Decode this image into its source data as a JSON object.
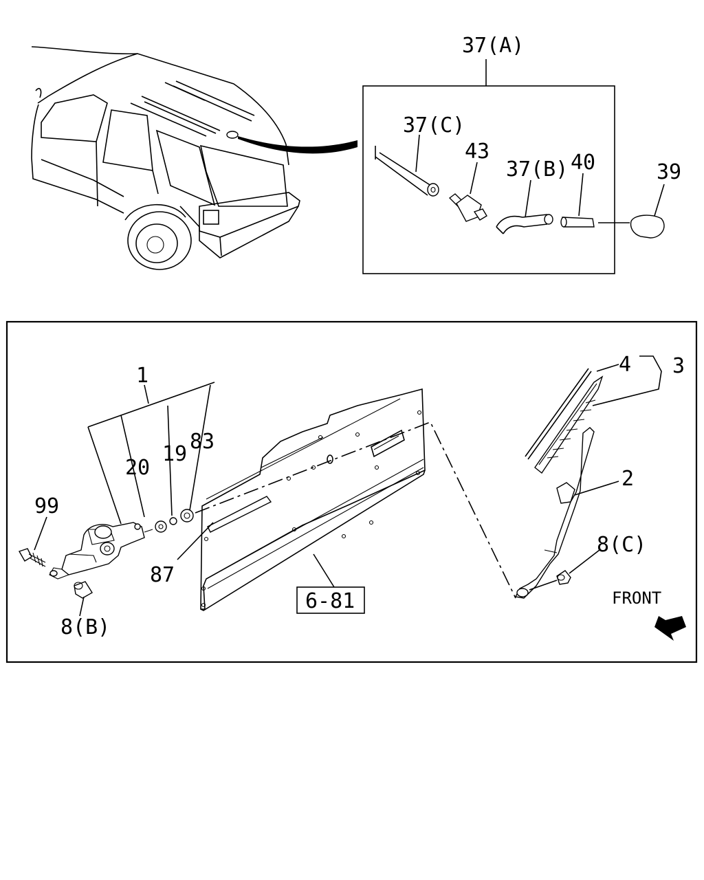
{
  "diagram": {
    "labels": {
      "p37a": "37(A)",
      "p37c": "37(C)",
      "p43": "43",
      "p37b": "37(B)",
      "p40": "40",
      "p39": "39",
      "p1": "1",
      "p20": "20",
      "p19": "19",
      "p83": "83",
      "p99": "99",
      "p87": "87",
      "p8b": "8(B)",
      "p681": "6-81",
      "p4": "4",
      "p3": "3",
      "p2": "2",
      "p8c": "8(C)",
      "front": "FRONT"
    },
    "icons": {
      "front_arrow": "arrow-left-down-icon"
    }
  }
}
